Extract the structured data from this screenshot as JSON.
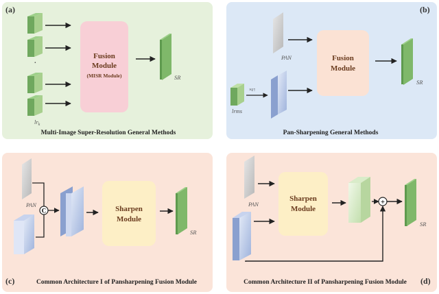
{
  "colors": {
    "panel_a_bg": "#e6f1dc",
    "panel_b_bg": "#dce8f6",
    "panel_c_bg": "#fbe4d9",
    "panel_d_bg": "#fbe4d9",
    "fusion_pink": "#f8cfd6",
    "fusion_peach": "#fbe2d4",
    "sharpen_yellow": "#fdefc6",
    "sr_green": "#7fb86a",
    "lr_green": "#a8d08e",
    "pan_gray": "#c8c8c8",
    "lrms_blue": "#bccbe6"
  },
  "panel_a": {
    "tag": "(a)",
    "module_line1": "Fusion",
    "module_line2": "Module",
    "module_line3": "(MISR Module)",
    "input_dots": "·",
    "input_label": "lr",
    "input_sub": "k",
    "output_label": "SR",
    "caption": "Multi-Image Super-Resolution General Methods"
  },
  "panel_b": {
    "tag": "(b)",
    "pan_label": "PAN",
    "lrms_label": "lrms",
    "upsample_label": "×r↑",
    "module_line1": "Fusion",
    "module_line2": "Module",
    "output_label": "SR",
    "caption": "Pan-Sharpening General Methods"
  },
  "panel_c": {
    "tag": "(c)",
    "pan_label": "PAN",
    "concat_symbol": "C",
    "module_line1": "Sharpen",
    "module_line2": "Module",
    "output_label": "SR",
    "caption": "Common Architecture I of Pansharpening Fusion Module"
  },
  "panel_d": {
    "tag": "(d)",
    "pan_label": "PAN",
    "add_symbol": "+",
    "module_line1": "Sharpen",
    "module_line2": "Module",
    "output_label": "SR",
    "caption": "Common Architecture II of Pansharpening Fusion Module"
  }
}
